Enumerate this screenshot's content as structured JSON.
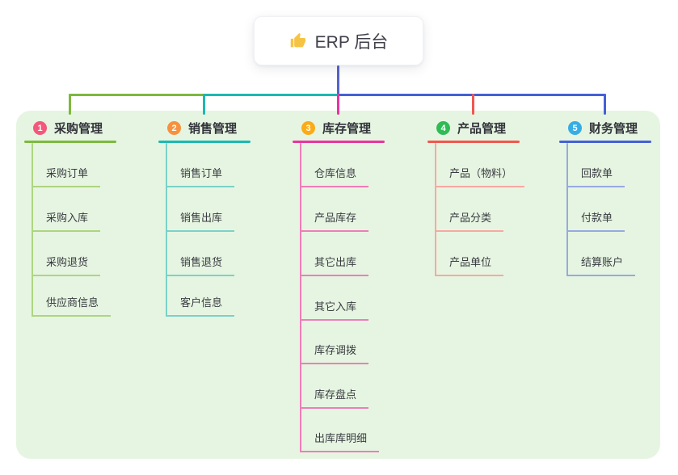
{
  "app": {
    "type": "mind-map",
    "root_icon": "thumbs-up-icon"
  },
  "root": {
    "title": "ERP 后台"
  },
  "colors": {
    "canvas_bg": "#ffffff",
    "panel_bg": "#e6f5e1",
    "stem": "#5663cd",
    "root_card_bg": "#ffffff",
    "title_text": "#33343b",
    "child_text": "#3a3b42",
    "thumb_icon": "#f6c445"
  },
  "branches": [
    {
      "badge": "1",
      "badge_color": "#f4587a",
      "title": "采购管理",
      "color": "#7cb93f",
      "child_color": "#aed581",
      "children": [
        "采购订单",
        "采购入库",
        "采购退货",
        "供应商信息"
      ]
    },
    {
      "badge": "2",
      "badge_color": "#f7913e",
      "title": "销售管理",
      "color": "#1cb9b1",
      "child_color": "#7ad1c8",
      "children": [
        "销售订单",
        "销售出库",
        "销售退货",
        "客户信息"
      ]
    },
    {
      "badge": "3",
      "badge_color": "#fbab18",
      "title": "库存管理",
      "color": "#e8359e",
      "child_color": "#f07cba",
      "children": [
        "仓库信息",
        "产品库存",
        "其它出库",
        "其它入库",
        "库存调拨",
        "库存盘点",
        "出库库明细"
      ]
    },
    {
      "badge": "4",
      "badge_color": "#2fbb55",
      "title": "产品管理",
      "color": "#f2574f",
      "child_color": "#f8a8a2",
      "children": [
        "产品（物料）",
        "产品分类",
        "产品单位"
      ]
    },
    {
      "badge": "5",
      "badge_color": "#36ade4",
      "title": "财务管理",
      "color": "#4560d5",
      "child_color": "#97a9e0",
      "children": [
        "回款单",
        "付款单",
        "结算账户"
      ]
    }
  ]
}
